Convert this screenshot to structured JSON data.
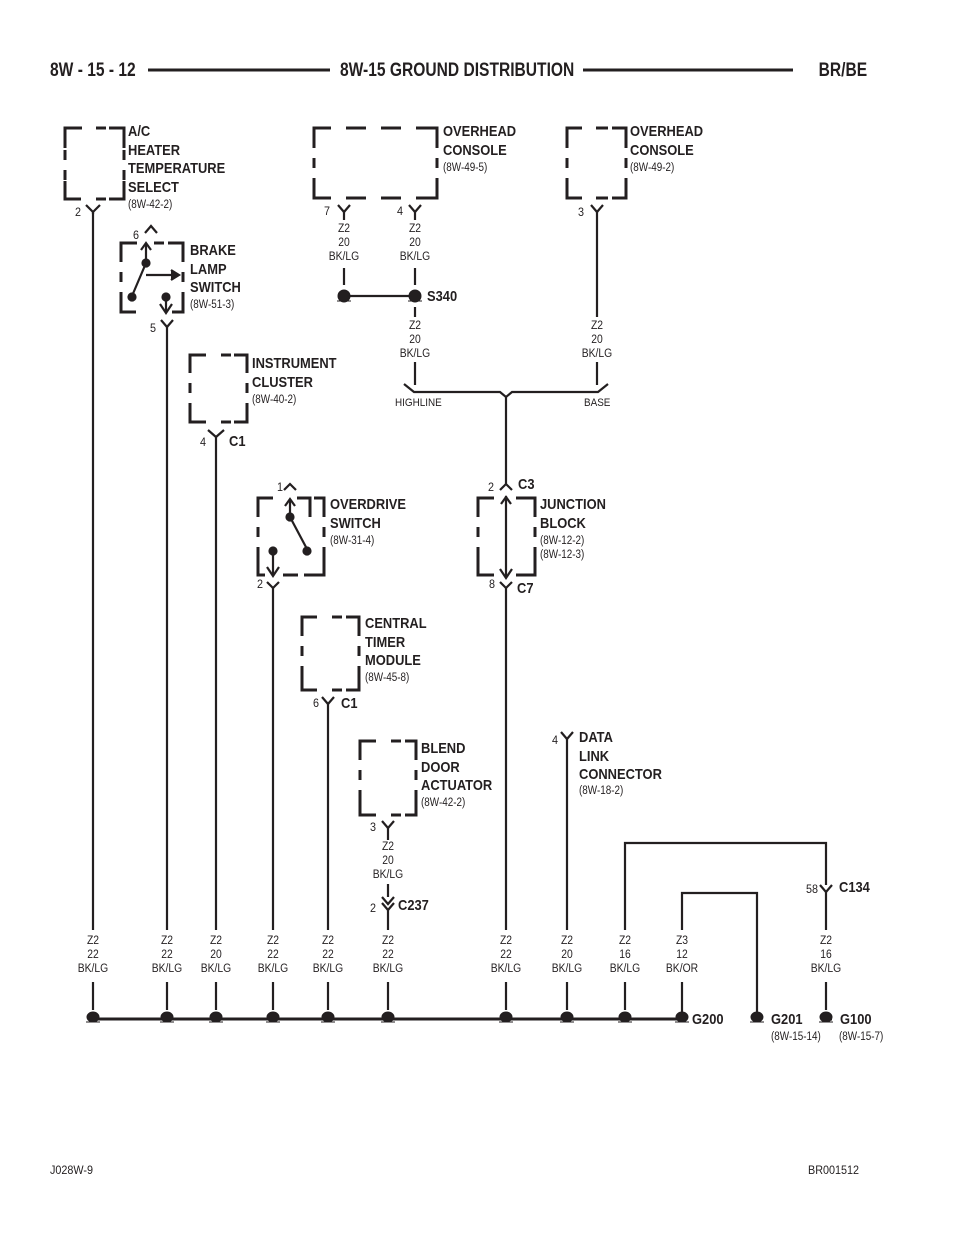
{
  "header": {
    "page_id": "8W - 15 - 12",
    "title": "8W-15 GROUND DISTRIBUTION",
    "model": "BR/BE"
  },
  "components": {
    "ac_heater": {
      "name_lines": [
        "A/C",
        "HEATER",
        "TEMPERATURE",
        "SELECT"
      ],
      "ref": "(8W-42-2)",
      "pin": "2"
    },
    "overhead_console_1": {
      "name_lines": [
        "OVERHEAD",
        "CONSOLE"
      ],
      "ref": "(8W-49-5)",
      "pins": [
        "7",
        "4"
      ]
    },
    "overhead_console_2": {
      "name_lines": [
        "OVERHEAD",
        "CONSOLE"
      ],
      "ref": "(8W-49-2)",
      "pin": "3"
    },
    "brake_lamp_switch": {
      "name_lines": [
        "BRAKE",
        "LAMP",
        "SWITCH"
      ],
      "ref": "(8W-51-3)",
      "pin_top": "6",
      "pin_bottom": "5"
    },
    "instrument_cluster": {
      "name_lines": [
        "INSTRUMENT",
        "CLUSTER"
      ],
      "ref": "(8W-40-2)",
      "pin": "4",
      "connector": "C1"
    },
    "overdrive_switch": {
      "name_lines": [
        "OVERDRIVE",
        "SWITCH"
      ],
      "ref": "(8W-31-4)",
      "pin_top": "1",
      "pin_bottom": "2"
    },
    "junction_block": {
      "name_lines": [
        "JUNCTION",
        "BLOCK"
      ],
      "refs": [
        "(8W-12-2)",
        "(8W-12-3)"
      ],
      "pin_top": "2",
      "conn_top": "C3",
      "pin_bottom": "8",
      "conn_bottom": "C7"
    },
    "central_timer": {
      "name_lines": [
        "CENTRAL",
        "TIMER",
        "MODULE"
      ],
      "ref": "(8W-45-8)",
      "pin": "6",
      "connector": "C1"
    },
    "blend_door": {
      "name_lines": [
        "BLEND",
        "DOOR",
        "ACTUATOR"
      ],
      "ref": "(8W-42-2)",
      "pin": "3"
    },
    "data_link": {
      "name_lines": [
        "DATA",
        "LINK",
        "CONNECTOR"
      ],
      "ref": "(8W-18-2)",
      "pin": "4"
    }
  },
  "splice": {
    "name": "S340"
  },
  "options": {
    "left": "HIGHLINE",
    "right": "BASE"
  },
  "inline_connectors": {
    "c237": {
      "pin": "2",
      "name": "C237"
    },
    "c134": {
      "pin": "58",
      "name": "C134"
    }
  },
  "upper_wires": [
    {
      "id": "oc1-7",
      "lines": [
        "Z2",
        "20",
        "BK/LG"
      ]
    },
    {
      "id": "oc1-4",
      "lines": [
        "Z2",
        "20",
        "BK/LG"
      ]
    },
    {
      "id": "s340-out",
      "lines": [
        "Z2",
        "20",
        "BK/LG"
      ]
    },
    {
      "id": "oc2-3",
      "lines": [
        "Z2",
        "20",
        "BK/LG"
      ]
    },
    {
      "id": "blend",
      "lines": [
        "Z2",
        "20",
        "BK/LG"
      ]
    }
  ],
  "bottom_wires": [
    {
      "id": "w1",
      "lines": [
        "Z2",
        "22",
        "BK/LG"
      ]
    },
    {
      "id": "w2",
      "lines": [
        "Z2",
        "22",
        "BK/LG"
      ]
    },
    {
      "id": "w3",
      "lines": [
        "Z2",
        "20",
        "BK/LG"
      ]
    },
    {
      "id": "w4",
      "lines": [
        "Z2",
        "22",
        "BK/LG"
      ]
    },
    {
      "id": "w5",
      "lines": [
        "Z2",
        "22",
        "BK/LG"
      ]
    },
    {
      "id": "w6",
      "lines": [
        "Z2",
        "22",
        "BK/LG"
      ]
    },
    {
      "id": "w7",
      "lines": [
        "Z2",
        "22",
        "BK/LG"
      ]
    },
    {
      "id": "w8",
      "lines": [
        "Z2",
        "20",
        "BK/LG"
      ]
    },
    {
      "id": "w9",
      "lines": [
        "Z2",
        "16",
        "BK/LG"
      ]
    },
    {
      "id": "w10",
      "lines": [
        "Z3",
        "12",
        "BK/OR"
      ]
    },
    {
      "id": "w11",
      "lines": [
        "Z2",
        "16",
        "BK/LG"
      ]
    }
  ],
  "grounds": [
    {
      "name": "G200",
      "ref": ""
    },
    {
      "name": "G201",
      "ref": "(8W-15-14)"
    },
    {
      "name": "G100",
      "ref": "(8W-15-7)"
    }
  ],
  "footer": {
    "left": "J028W-9",
    "right": "BR001512"
  },
  "colors": {
    "ink": "#231f20",
    "background": "#ffffff"
  }
}
